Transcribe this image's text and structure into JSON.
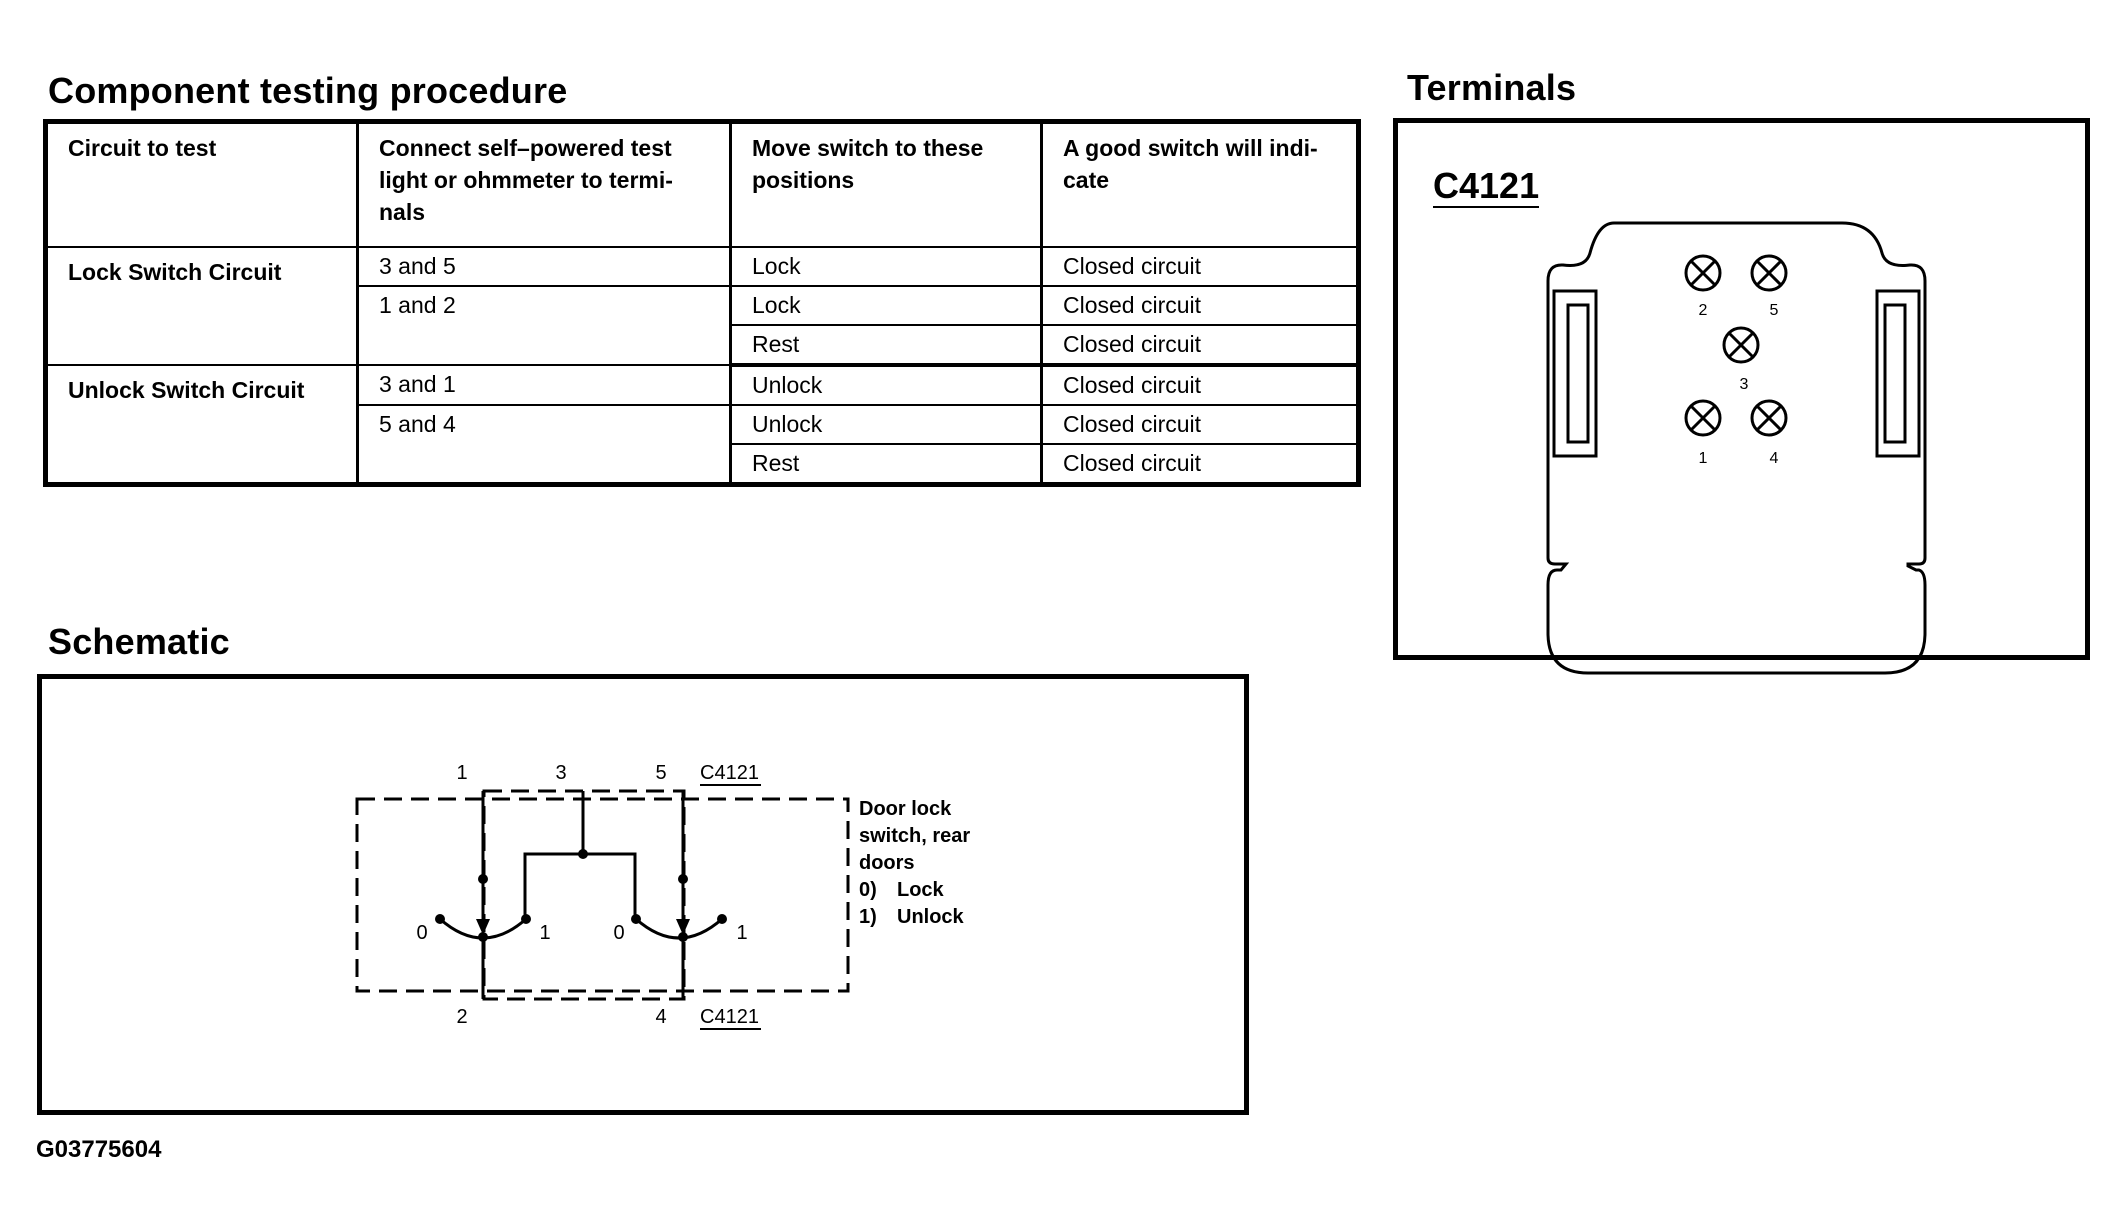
{
  "procedure": {
    "title": "Component testing procedure",
    "headers": [
      "Circuit to test",
      "Connect self–powered test light or ohmmeter to termi-nals",
      "Move switch to these positions",
      "A good switch will indi-cate"
    ],
    "groups": [
      {
        "circuit": "Lock Switch Circuit",
        "rows": [
          {
            "terminals": "3 and 5",
            "position": "Lock",
            "result": "Closed circuit"
          },
          {
            "terminals": "1 and 2",
            "position": "Lock",
            "result": "Closed circuit"
          },
          {
            "terminals": "",
            "position": "Rest",
            "result": "Closed circuit"
          }
        ]
      },
      {
        "circuit": "Unlock Switch Circuit",
        "rows": [
          {
            "terminals": "3 and 1",
            "position": "Unlock",
            "result": "Closed circuit"
          },
          {
            "terminals": "5 and 4",
            "position": "Unlock",
            "result": "Closed circuit"
          },
          {
            "terminals": "",
            "position": "Rest",
            "result": "Closed circuit"
          }
        ]
      }
    ]
  },
  "terminals": {
    "title": "Terminals",
    "connector": "C4121",
    "pins": [
      "2",
      "5",
      "3",
      "1",
      "4"
    ]
  },
  "schematic": {
    "title": "Schematic",
    "top_pins": [
      "1",
      "3",
      "5"
    ],
    "bottom_pins": [
      "2",
      "4"
    ],
    "connector_top": "C4121",
    "connector_bottom": "C4121",
    "switch_positions": [
      "0",
      "1",
      "0",
      "1"
    ],
    "legend": {
      "line1": "Door lock",
      "line2": "switch, rear",
      "line3": "doors",
      "pos0": "0)",
      "pos0_label": "Lock",
      "pos1": "1)",
      "pos1_label": "Unlock"
    }
  },
  "figure_id": "G03775604"
}
